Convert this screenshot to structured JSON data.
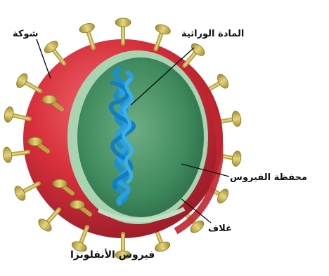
{
  "labels": {
    "spike": "شوكة",
    "genetic_material": "المادة الوراثية",
    "capsid": "محفظة الفيروس",
    "envelope": "غلاف",
    "caption": "فيروس الأنفلونزا"
  },
  "colors": {
    "envelope_red": "#d8303c",
    "envelope_dark": "#a01e2a",
    "capsid_green": "#6fae84",
    "capsid_light": "#a9d4b2",
    "interior_green": "#3f8a5e",
    "rna_blue": "#1a8fd1",
    "spike_gold": "#c9b552",
    "leader_line": "#111111"
  },
  "icons": {
    "spike": "spike-icon"
  }
}
